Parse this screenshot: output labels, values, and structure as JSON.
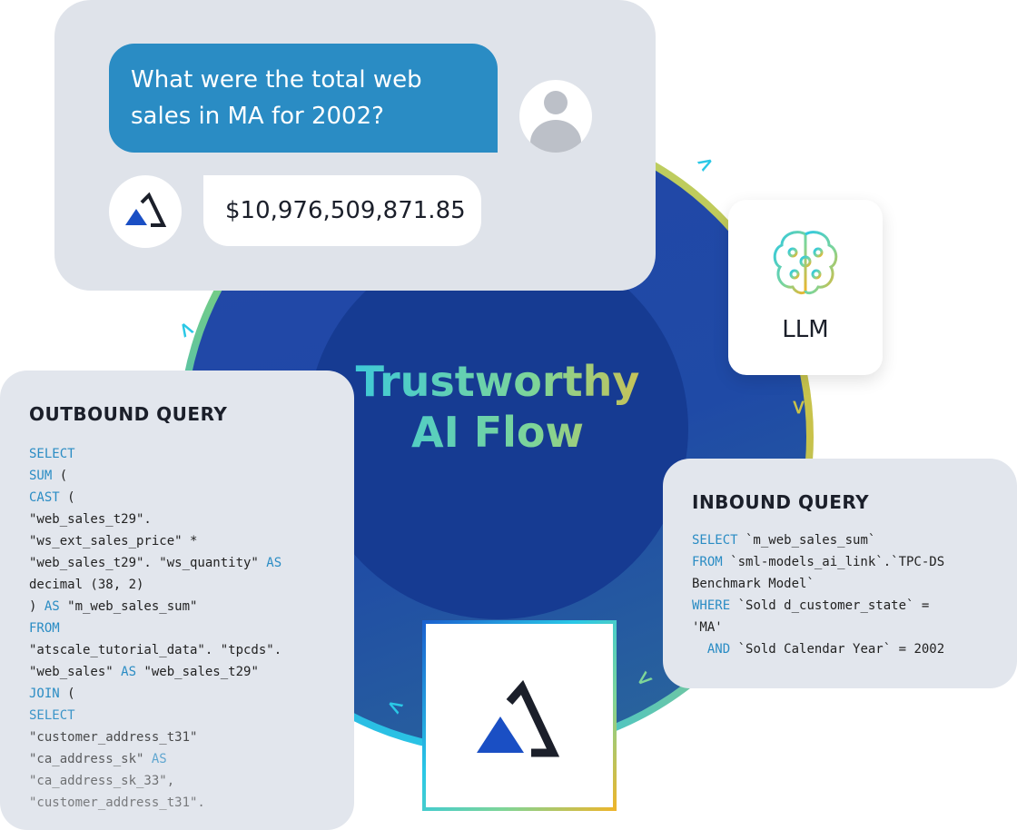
{
  "chat": {
    "question": "What were the total web sales in MA for 2002?",
    "answer": "$10,976,509,871.85"
  },
  "center_title": {
    "line1": "Trustworthy",
    "line2": "AI Flow"
  },
  "llm": {
    "label": "LLM"
  },
  "outbound": {
    "title": "OUTBOUND QUERY",
    "lines": [
      [
        {
          "t": "SELECT",
          "k": 1
        }
      ],
      [
        {
          "t": "SUM",
          "k": 1
        },
        {
          "t": " ("
        }
      ],
      [
        {
          "t": "CAST",
          "k": 1
        },
        {
          "t": " ("
        }
      ],
      [
        {
          "t": "\"web_sales_t29\"."
        }
      ],
      [
        {
          "t": "\"ws_ext_sales_price\" *"
        }
      ],
      [
        {
          "t": "\"web_sales_t29\". \"ws_quantity\" "
        },
        {
          "t": "AS",
          "k": 1
        }
      ],
      [
        {
          "t": "decimal (38, 2)"
        }
      ],
      [
        {
          "t": ") "
        },
        {
          "t": "AS",
          "k": 1
        },
        {
          "t": " \"m_web_sales_sum\""
        }
      ],
      [
        {
          "t": "FROM",
          "k": 1
        }
      ],
      [
        {
          "t": "\"atscale_tutorial_data\". \"tpcds\"."
        }
      ],
      [
        {
          "t": "\"web_sales\" "
        },
        {
          "t": "AS",
          "k": 1
        },
        {
          "t": " \"web_sales_t29\""
        }
      ],
      [
        {
          "t": "JOIN",
          "k": 1
        },
        {
          "t": " ("
        }
      ],
      [
        {
          "t": "SELECT",
          "k": 1
        }
      ],
      [
        {
          "t": "\"customer_address_t31\""
        }
      ],
      [
        {
          "t": "\"ca_address_sk\" "
        },
        {
          "t": "AS",
          "k": 1
        }
      ],
      [
        {
          "t": "\"ca_address_sk_33\","
        }
      ],
      [
        {
          "t": "\"customer_address_t31\"."
        }
      ]
    ]
  },
  "inbound": {
    "title": "INBOUND QUERY",
    "lines": [
      [
        {
          "t": "SELECT",
          "k": 1
        },
        {
          "t": " `m_web_sales_sum`"
        }
      ],
      [
        {
          "t": "FROM",
          "k": 1
        },
        {
          "t": " `sml-models_ai_link`.`TPC-DS"
        }
      ],
      [
        {
          "t": "Benchmark Model`"
        }
      ],
      [
        {
          "t": "WHERE",
          "k": 1
        },
        {
          "t": " `Sold d_customer_state` ="
        }
      ],
      [
        {
          "t": "'MA'"
        }
      ],
      [
        {
          "t": "  "
        },
        {
          "t": "AND",
          "k": 1
        },
        {
          "t": " `Sold Calendar Year` = 2002"
        }
      ]
    ]
  },
  "colors": {
    "accent": "#2a8cc4",
    "navy": "#163b92",
    "ring": "#2346a8"
  }
}
